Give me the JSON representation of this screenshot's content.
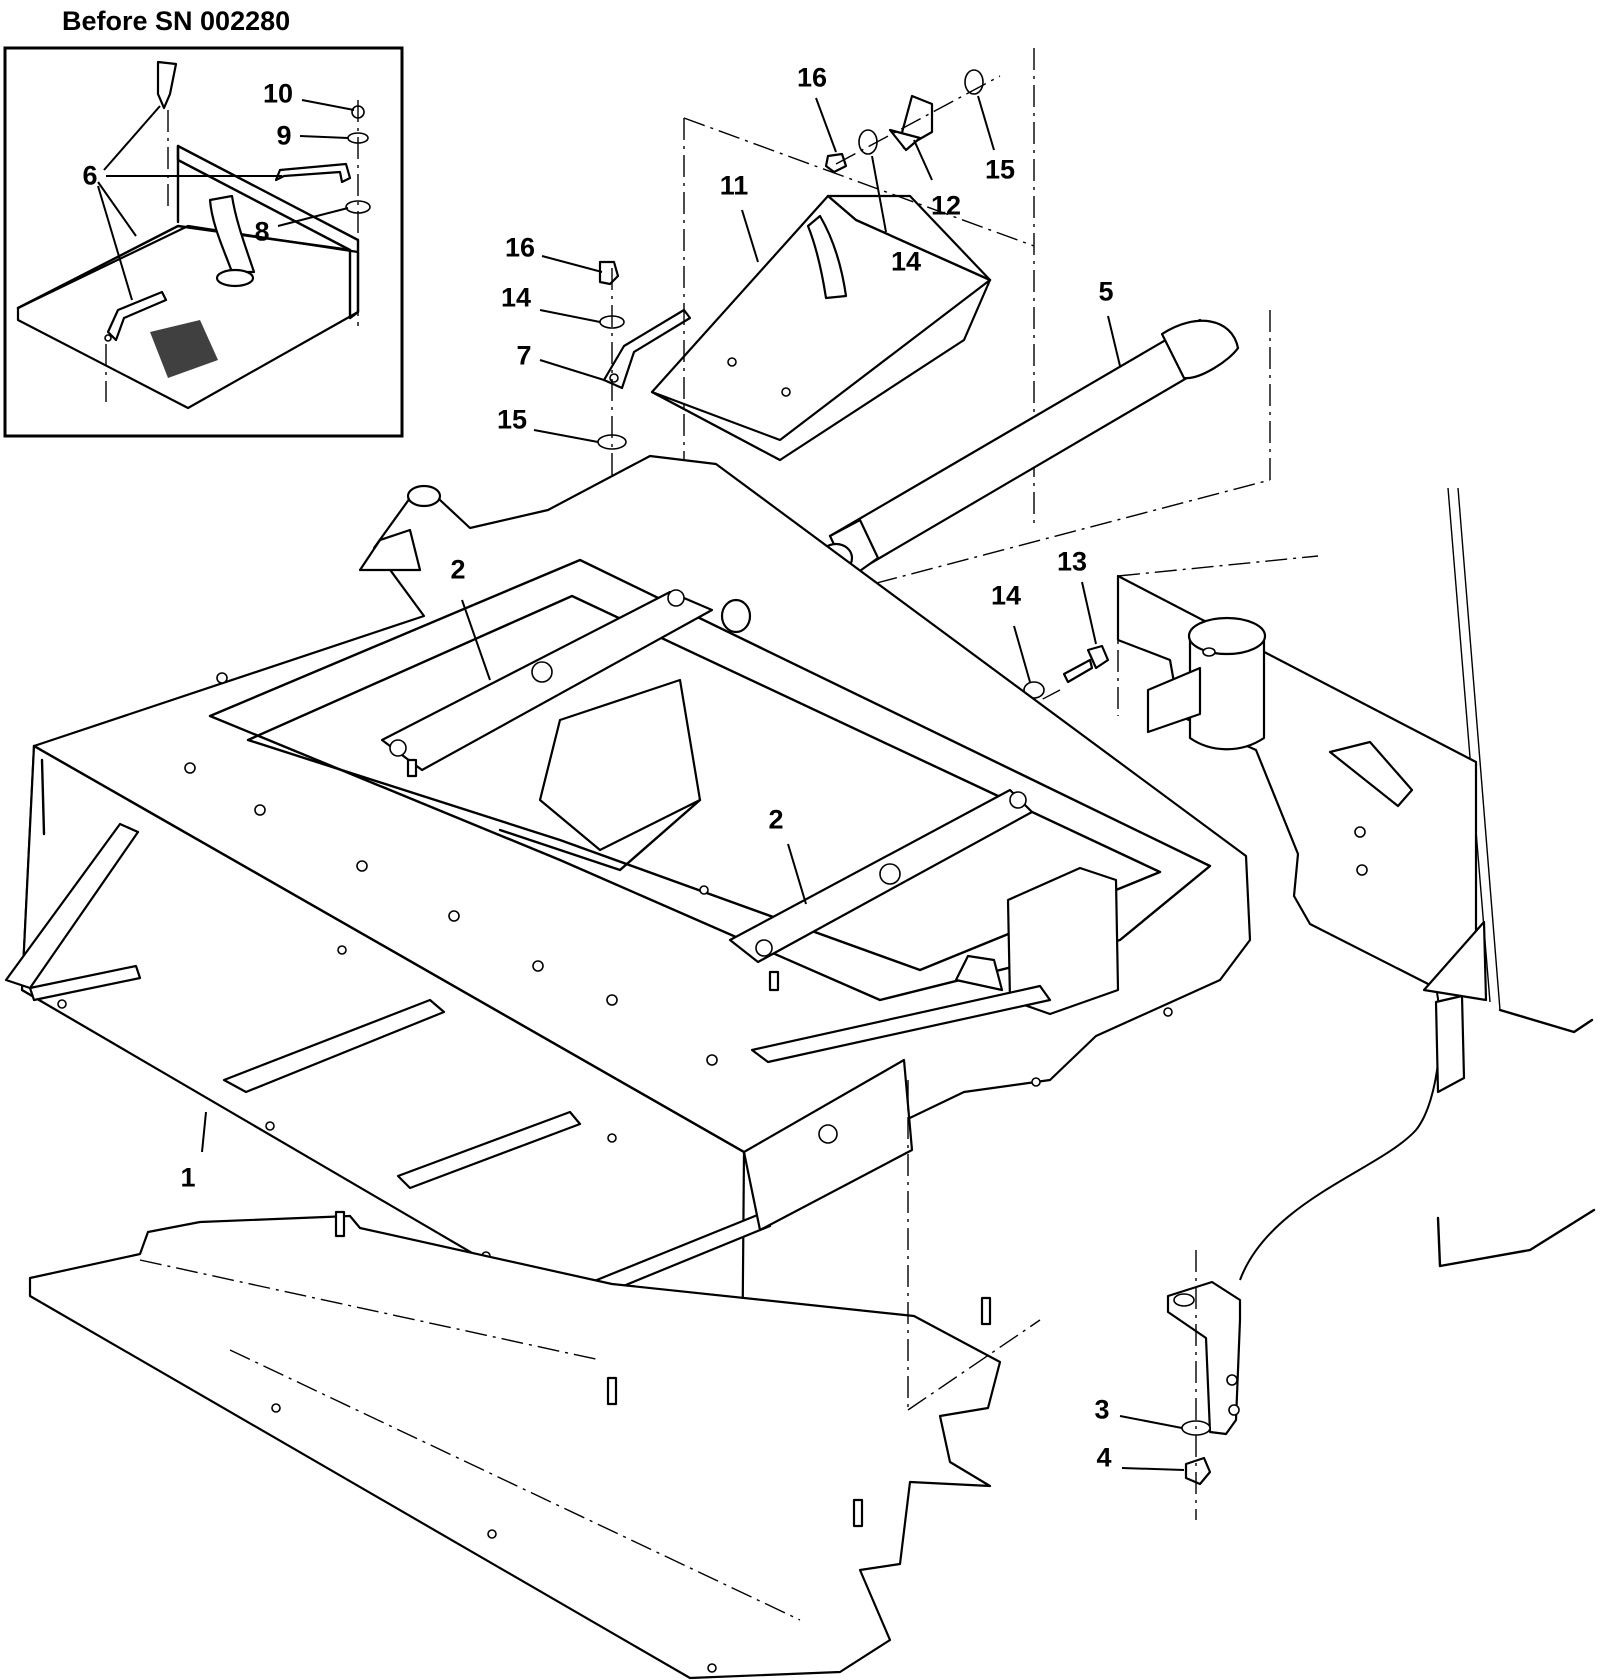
{
  "inset": {
    "title": "Before SN 002280"
  },
  "callouts": {
    "c1": "1",
    "c2a": "2",
    "c2b": "2",
    "c3": "3",
    "c4": "4",
    "c5": "5",
    "c6": "6",
    "c7": "7",
    "c8": "8",
    "c9": "9",
    "c10": "10",
    "c11": "11",
    "c12": "12",
    "c13": "13",
    "c14a": "14",
    "c14b": "14",
    "c14c": "14",
    "c15a": "15",
    "c15b": "15",
    "c16a": "16",
    "c16b": "16"
  }
}
